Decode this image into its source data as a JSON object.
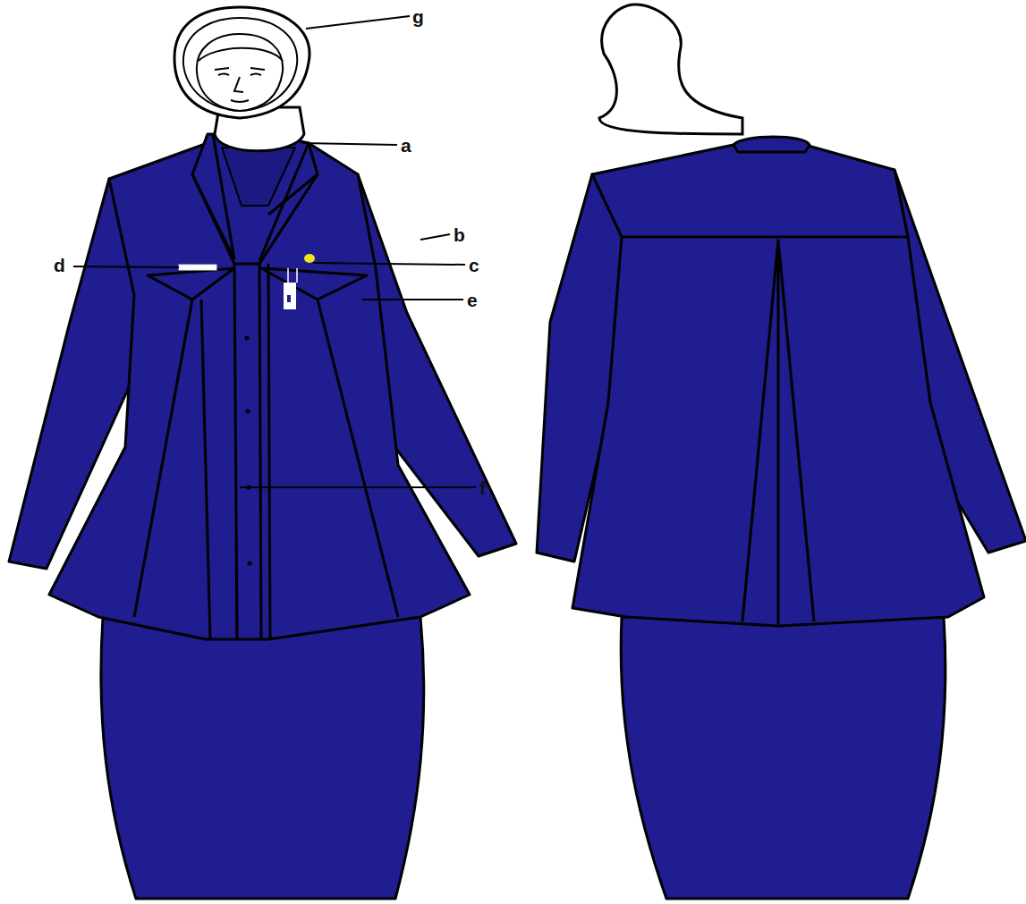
{
  "diagram": {
    "labels": [
      "g",
      "a",
      "b",
      "d",
      "c",
      "e",
      "f"
    ]
  }
}
